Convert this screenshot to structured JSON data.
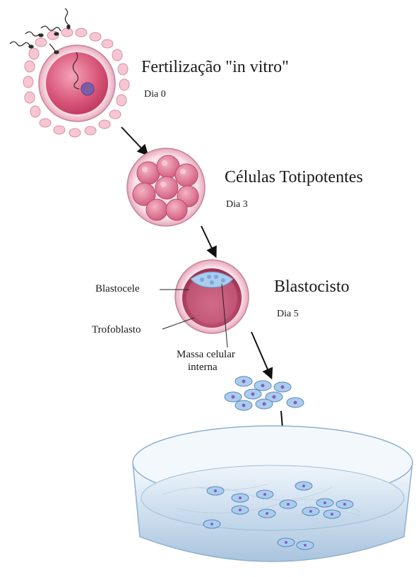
{
  "stages": [
    {
      "title": "Fertilização \"in vitro\"",
      "day": "Dia 0"
    },
    {
      "title": "Células Totipotentes",
      "day": "Dia 3"
    },
    {
      "title": "Blastocisto",
      "day": "Dia 5"
    }
  ],
  "annotations": {
    "blastocele": "Blastocele",
    "trofoblasto": "Trofoblasto",
    "massa_celular": [
      "Massa celular",
      "interna"
    ]
  },
  "colors": {
    "egg_pink": "#d9577a",
    "zona": "#f3c9d6",
    "cell_blue": "#9ec4e8",
    "nucleus": "#8a5fb5",
    "dish": "#c9dcee"
  }
}
